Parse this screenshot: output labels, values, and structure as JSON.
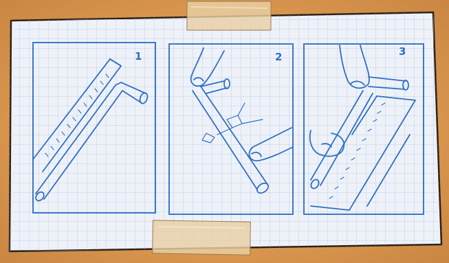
{
  "colors": {
    "background_wood": "#d99a55",
    "paper": "#eef2f7",
    "grid_line": "#9db8dd",
    "sketch_blue": "#2f6fc4",
    "tape": "#e6c79a",
    "outline": "#3a2a1a"
  },
  "panels": [
    {
      "number": "1",
      "description_icon": "ruler-and-straw-icon"
    },
    {
      "number": "2",
      "description_icon": "fingers-bending-straw-icon"
    },
    {
      "number": "3",
      "description_icon": "straw-bent-on-ruler-icon"
    }
  ],
  "tapes": [
    {
      "name": "top-tape"
    },
    {
      "name": "bottom-tape"
    }
  ]
}
